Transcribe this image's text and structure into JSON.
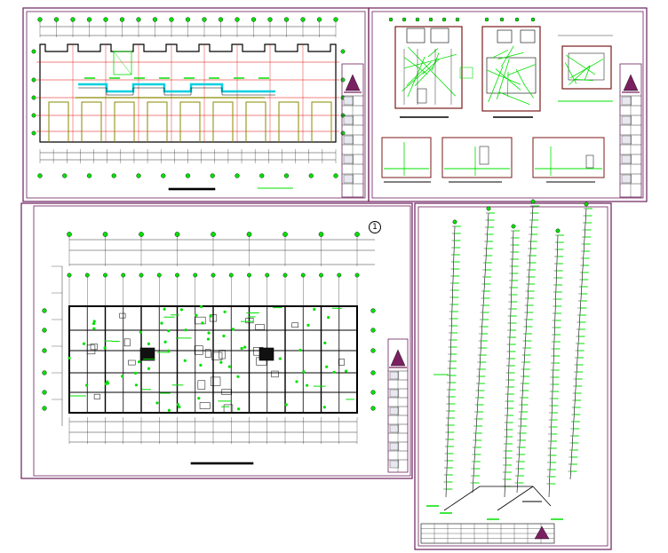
{
  "colors": {
    "frame": "#6b1f5c",
    "linework": "#000000",
    "accent_green": "#00e000",
    "accent_red": "#e00000",
    "accent_cyan": "#00d0e0",
    "accent_olive": "#8a8a00",
    "background": "#ffffff"
  },
  "sheets": [
    {
      "id": "sheet-top-left",
      "content": "floor-plan-elevation-strip"
    },
    {
      "id": "sheet-top-right",
      "content": "detail-plans-and-sections"
    },
    {
      "id": "sheet-bottom-left",
      "content": "floor-plan-drainage"
    },
    {
      "id": "sheet-bottom-right",
      "content": "riser-system-diagram"
    }
  ],
  "sheet_markers": {
    "detail_number": "1"
  },
  "icons": {
    "logo": "pagoda-logo-icon",
    "grid_bubble": "axis-bubble-icon",
    "north_arrow": "north-arrow-icon"
  }
}
